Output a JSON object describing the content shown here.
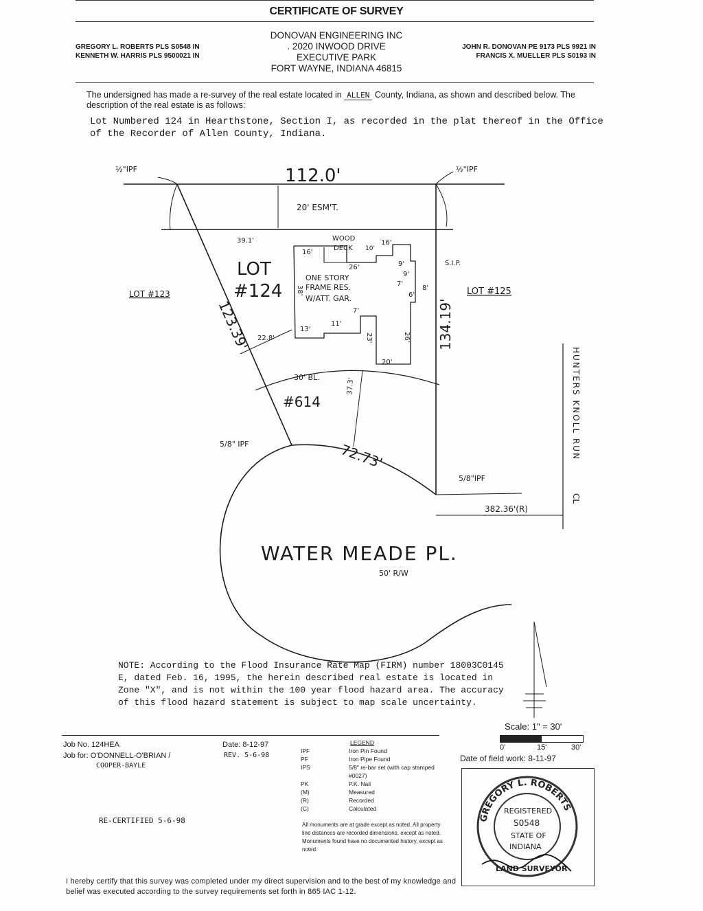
{
  "header": {
    "title": "CERTIFICATE OF SURVEY",
    "company_lines": [
      "DONOVAN ENGINEERING INC",
      ". 2020 INWOOD DRIVE",
      "EXECUTIVE PARK",
      "FORT WAYNE, INDIANA 46815"
    ],
    "left_names": [
      "GREGORY L. ROBERTS PLS S0548 IN",
      "KENNETH W. HARRIS PLS 9500021 IN"
    ],
    "right_names": [
      "JOHN R. DONOVAN PE 9173 PLS 9921 IN",
      "FRANCIS X. MUELLER PLS S0193 IN"
    ]
  },
  "intro": {
    "before": "The undersigned has made a re-survey of the real estate located in",
    "county": "ALLEN",
    "after": "County, Indiana, as shown and described below. The description of the real estate is as follows:"
  },
  "legal_description": "Lot Numbered 124 in Hearthstone, Section I, as recorded in the plat thereof in the Office of the Recorder of Allen County, Indiana.",
  "plat": {
    "north_line": "112.0'",
    "pin_nw": "½\"IPF",
    "pin_ne": "½\"IPF",
    "easement": "20' ESM'T.",
    "lot_label": "LOT",
    "lot_number": "#124",
    "lot_left": "LOT #123",
    "lot_right": "LOT #125",
    "west_line": "123.39'",
    "east_line": "134.19'",
    "frontage": "72.73'",
    "pin_sw": "5/8\" IPF",
    "pin_se": "5/8\"IPF",
    "house": [
      "ONE STORY",
      "FRAME RES.",
      "W/ATT. GAR."
    ],
    "wood_deck": [
      "WOOD",
      "DECK"
    ],
    "address": "#614",
    "setback": "30' BL.",
    "sip": "S.I.P.",
    "dims": {
      "d39": "39.1'",
      "d16a": "16'",
      "d16b": "16'",
      "d26a": "26'",
      "d9a": "9'",
      "d9b": "9'",
      "d7a": "7'",
      "d8": "8'",
      "d6": "6'",
      "d38": "38'",
      "d7b": "7'",
      "d13": "13'",
      "d11": "11'",
      "d23": "23'",
      "d26b": "26'",
      "d20": "20'",
      "d228": "22.8'",
      "d373": "37.3'",
      "d10": "10'"
    },
    "street": "WATER MEADE PL.",
    "row": "50' R/W",
    "cross_street": "HUNTERS KNOLL RUN",
    "cl": "CL",
    "distance": "382.36'(R)"
  },
  "flood_note": "NOTE: According to the Flood Insurance Rate Map (FIRM) number 18003C0145 E, dated Feb. 16, 1995, the herein described real estate is located in Zone \"X\", and is not within the 100 year flood hazard area. The accuracy of this flood hazard statement is subject to map scale uncertainty.",
  "scale": {
    "label": "Scale: 1\" = 30'",
    "ticks": [
      "0'",
      "15'",
      "30'"
    ]
  },
  "date_of_field_work": "Date of field work: 8-11-97",
  "job": {
    "job_no": "Job No. 124HEA",
    "date": "Date: 8-12-97",
    "job_for": "Job for: O'DONNELL-O'BRIAN /",
    "rev": "REV. 5-6-98",
    "job_for_2": "COOPER-BAYLE",
    "recertified": "RE-CERTIFIED 5-6-98"
  },
  "legend": {
    "title": "LEGEND",
    "items": [
      {
        "code": "IPF",
        "desc": "Iron Pin Found"
      },
      {
        "code": "PF",
        "desc": "Iron Pipe Found"
      },
      {
        "code": "IPS",
        "desc": "5/8\" re-bar set (with cap stamped #0027)"
      },
      {
        "code": "PK",
        "desc": "P.K. Nail"
      },
      {
        "code": "(M)",
        "desc": "Measured"
      },
      {
        "code": "(R)",
        "desc": "Recorded"
      },
      {
        "code": "(C)",
        "desc": "Calculated"
      }
    ],
    "notes": "All monuments are at grade except as noted. All property line distances are recorded dimensions, except as noted. Monuments found have no documented history, except as noted."
  },
  "seal": {
    "text_top": "GREGORY L. ROBERTS",
    "registered": "REGISTERED",
    "number": "S0548",
    "state": "STATE OF",
    "indiana": "INDIANA",
    "surveyor": "LAND SURVEYOR"
  },
  "certification": "I hereby certify that this survey was completed under my direct supervision and to the best of my knowledge and belief was executed according to the survey requirements set forth in 865 IAC 1-12."
}
